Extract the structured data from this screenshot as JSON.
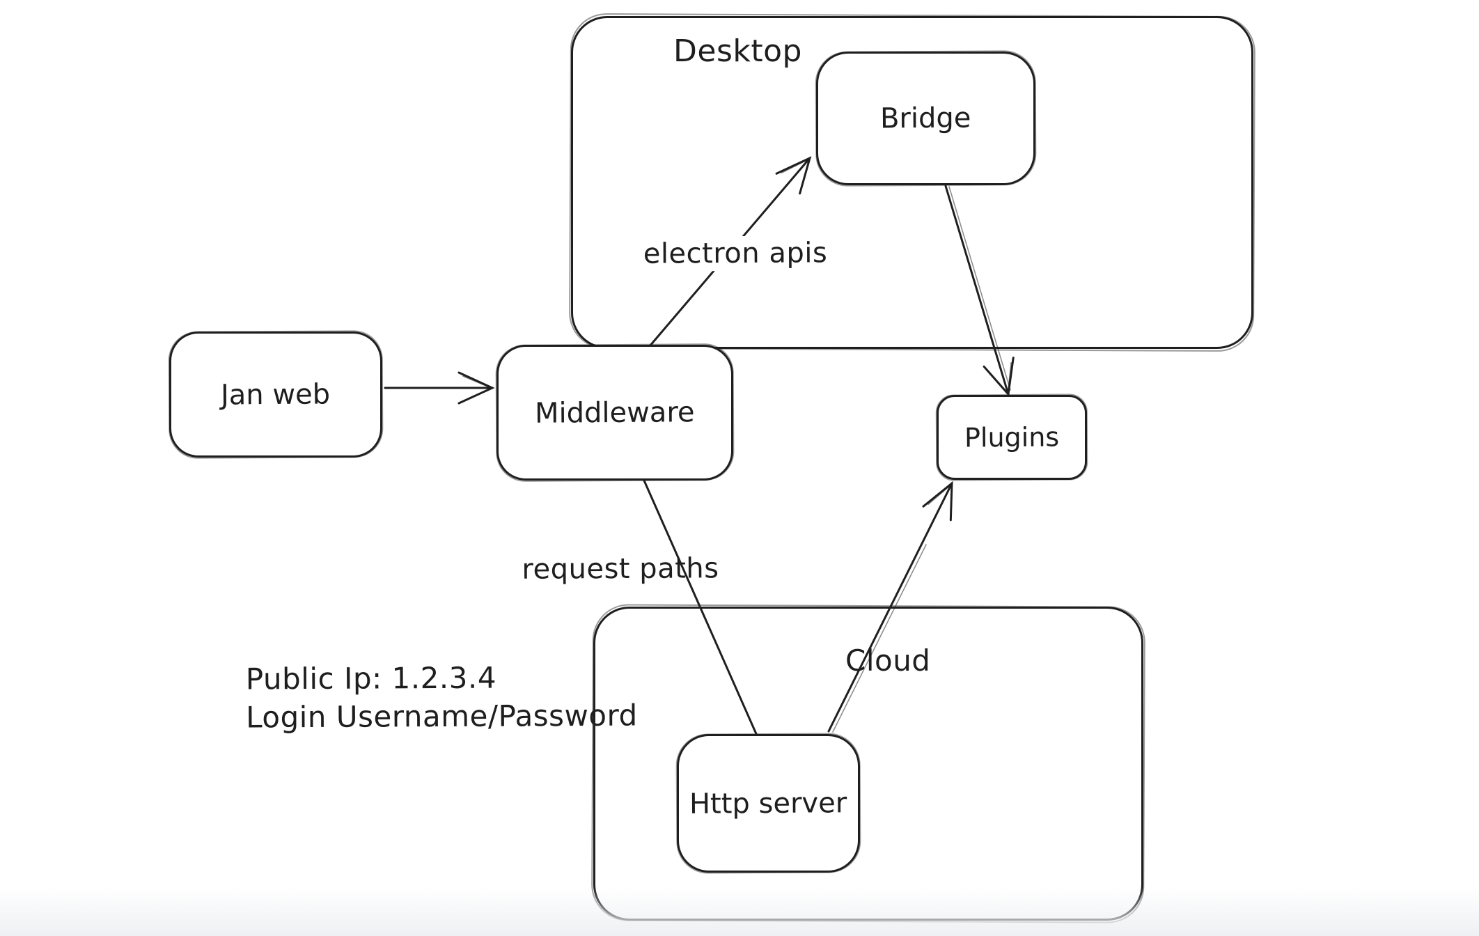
{
  "diagram": {
    "style": "hand-drawn-whiteboard",
    "colors": {
      "stroke": "#1f1f1f",
      "background": "#ffffff",
      "text": "#1e1e1e"
    },
    "containers": {
      "desktop": {
        "label": "Desktop"
      },
      "cloud": {
        "label": "Cloud"
      }
    },
    "nodes": {
      "jan_web": {
        "label": "Jan web"
      },
      "middleware": {
        "label": "Middleware"
      },
      "bridge": {
        "label": "Bridge"
      },
      "plugins": {
        "label": "Plugins"
      },
      "http_server": {
        "label": "Http server"
      }
    },
    "edges": {
      "jan_web_to_middleware": {
        "from": "Jan web",
        "to": "Middleware",
        "label": "",
        "arrowhead": true
      },
      "middleware_to_bridge": {
        "from": "Middleware",
        "to": "Bridge",
        "label": "electron apis",
        "arrowhead": true
      },
      "bridge_to_plugins": {
        "from": "Bridge",
        "to": "Plugins",
        "label": "",
        "arrowhead": true
      },
      "middleware_to_http_server": {
        "from": "Middleware",
        "to": "Http server",
        "label": "request paths",
        "arrowhead": false
      },
      "http_server_to_plugins": {
        "from": "Http server",
        "to": "Plugins",
        "label": "",
        "arrowhead": true
      }
    },
    "note": {
      "line1": "Public Ip: 1.2.3.4",
      "line2": "Login Username/Password"
    }
  }
}
